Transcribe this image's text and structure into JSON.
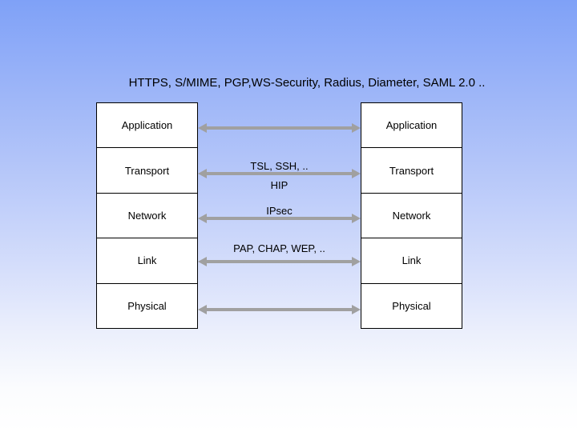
{
  "title": "HTTPS, S/MIME, PGP,WS-Security, Radius, Diameter, SAML 2.0 ..",
  "stacks": {
    "left": {
      "layers": [
        "Application",
        "Transport",
        "Network",
        "Link",
        "Physical"
      ]
    },
    "right": {
      "layers": [
        "Application",
        "Transport",
        "Network",
        "Link",
        "Physical"
      ]
    }
  },
  "connections": [
    {
      "layer": "Application",
      "label_above": "",
      "label_below": ""
    },
    {
      "layer": "Transport",
      "label_above": "TSL, SSH, ..",
      "label_below": "HIP"
    },
    {
      "layer": "Network",
      "label_above": "IPsec",
      "label_below": ""
    },
    {
      "layer": "Link",
      "label_above": "PAP, CHAP, WEP, ..",
      "label_below": ""
    },
    {
      "layer": "Physical",
      "label_above": "",
      "label_below": ""
    }
  ],
  "colors": {
    "background_top": "#7fa1f7",
    "background_bottom": "#ffffff",
    "box_fill": "#ffffff",
    "box_border": "#000000",
    "arrow": "#a0a0a0",
    "text": "#000000"
  }
}
